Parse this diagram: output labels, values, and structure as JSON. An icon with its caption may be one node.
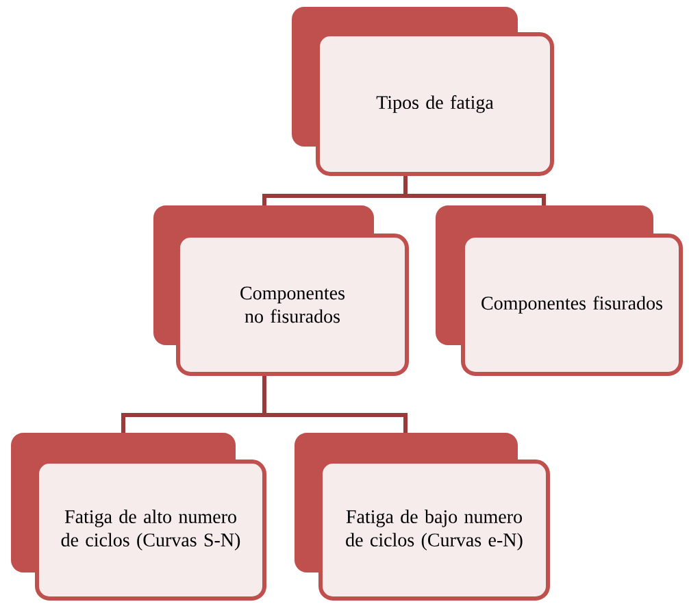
{
  "diagram": {
    "nodes": [
      {
        "text": [
          "Tipos de fatiga"
        ]
      },
      {
        "text": [
          "Componentes no fisurados"
        ]
      },
      {
        "text": [
          "Componentes fisurados"
        ]
      },
      {
        "text": [
          "Fatiga de alto numero de ciclos (Curvas S-N)"
        ]
      },
      {
        "text": [
          "Fatiga de bajo numero de ciclos (Curvas e-N)"
        ]
      }
    ],
    "edges": [
      {
        "from": 0,
        "to": 1,
        "arrow": "none"
      },
      {
        "from": 0,
        "to": 2,
        "arrow": "none"
      },
      {
        "from": 1,
        "to": 3,
        "arrow": "none"
      },
      {
        "from": 1,
        "to": 4,
        "arrow": "none"
      }
    ]
  }
}
